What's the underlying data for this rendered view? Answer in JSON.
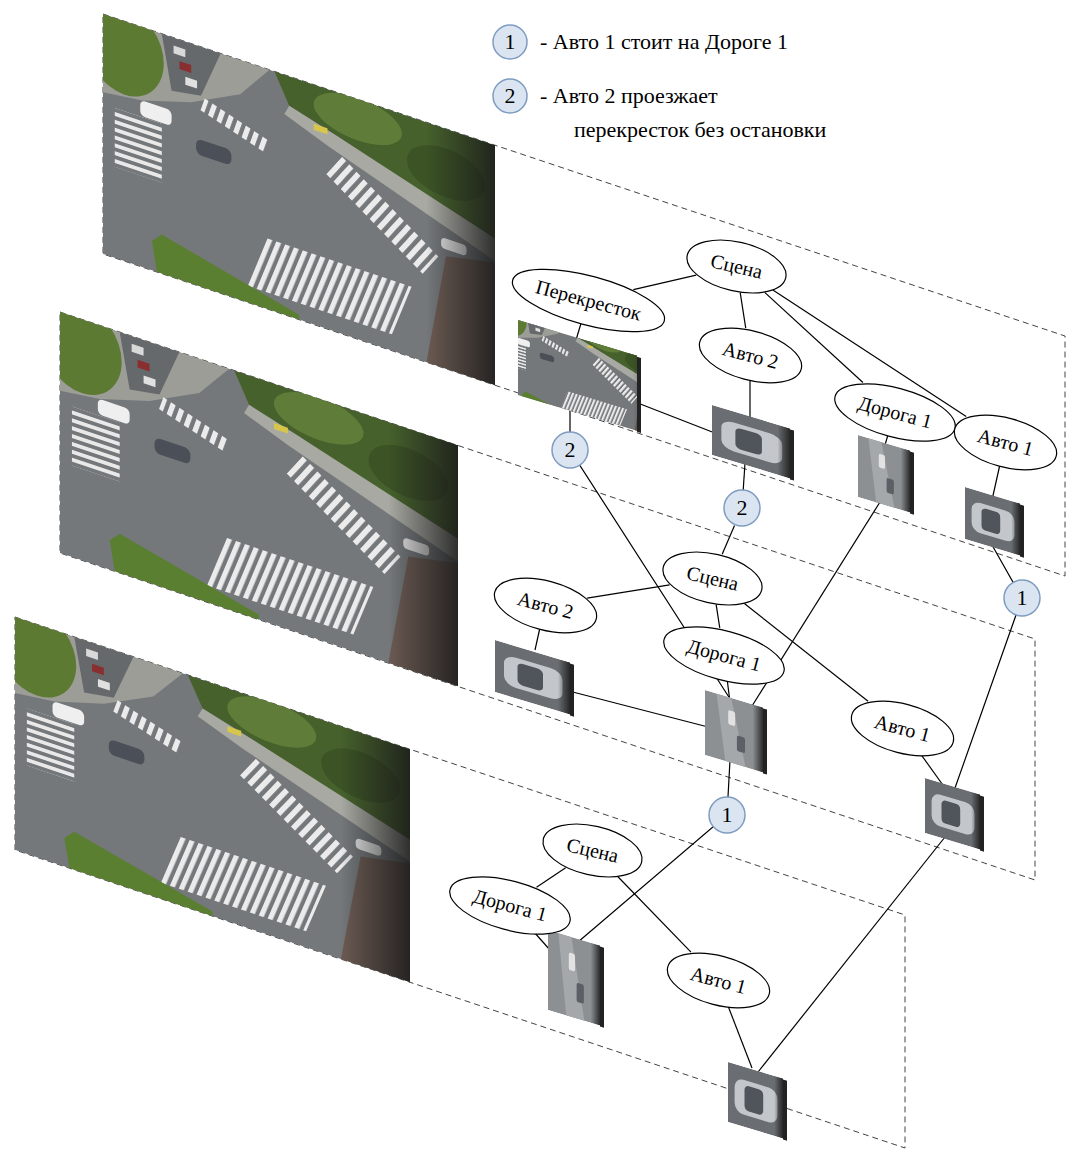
{
  "diagram": {
    "nodes": [
      {
        "text": [
          "Сцена"
        ]
      },
      {
        "text": [
          "Перекресток"
        ]
      },
      {
        "text": [
          "Авто 2"
        ]
      },
      {
        "text": [
          "Дорога 1"
        ]
      },
      {
        "text": [
          "Авто 1"
        ]
      },
      {
        "text": [
          "2"
        ]
      },
      {
        "text": [
          "2"
        ]
      },
      {
        "text": [
          "Сцена"
        ]
      },
      {
        "text": [
          "Авто 2"
        ]
      },
      {
        "text": [
          "1"
        ]
      },
      {
        "text": [
          "Дорога 1"
        ]
      },
      {
        "text": [
          "Авто 1"
        ]
      },
      {
        "text": [
          "1"
        ]
      },
      {
        "text": [
          "Сцена"
        ]
      },
      {
        "text": [
          "Дорога 1"
        ]
      },
      {
        "text": [
          "Авто 1"
        ]
      }
    ],
    "edges": [
      {
        "from": 0,
        "to": 1,
        "arrow": "none"
      },
      {
        "from": 0,
        "to": 2,
        "arrow": "none"
      },
      {
        "from": 0,
        "to": 3,
        "arrow": "none"
      },
      {
        "from": 0,
        "to": 4,
        "arrow": "none"
      },
      {
        "from": 6,
        "to": 7,
        "arrow": "none"
      },
      {
        "from": 7,
        "to": 8,
        "arrow": "none"
      },
      {
        "from": 7,
        "to": 10,
        "arrow": "none"
      },
      {
        "from": 7,
        "to": 11,
        "arrow": "none"
      },
      {
        "from": 13,
        "to": 14,
        "arrow": "none"
      },
      {
        "from": 13,
        "to": 15,
        "arrow": "none"
      }
    ],
    "labels": [
      "1",
      "2"
    ],
    "legend": [
      {
        "text": "- Авто 1 стоит на Дороге 1"
      },
      {
        "text": "- Авто 2 проезжает перекресток без остановки"
      }
    ]
  }
}
